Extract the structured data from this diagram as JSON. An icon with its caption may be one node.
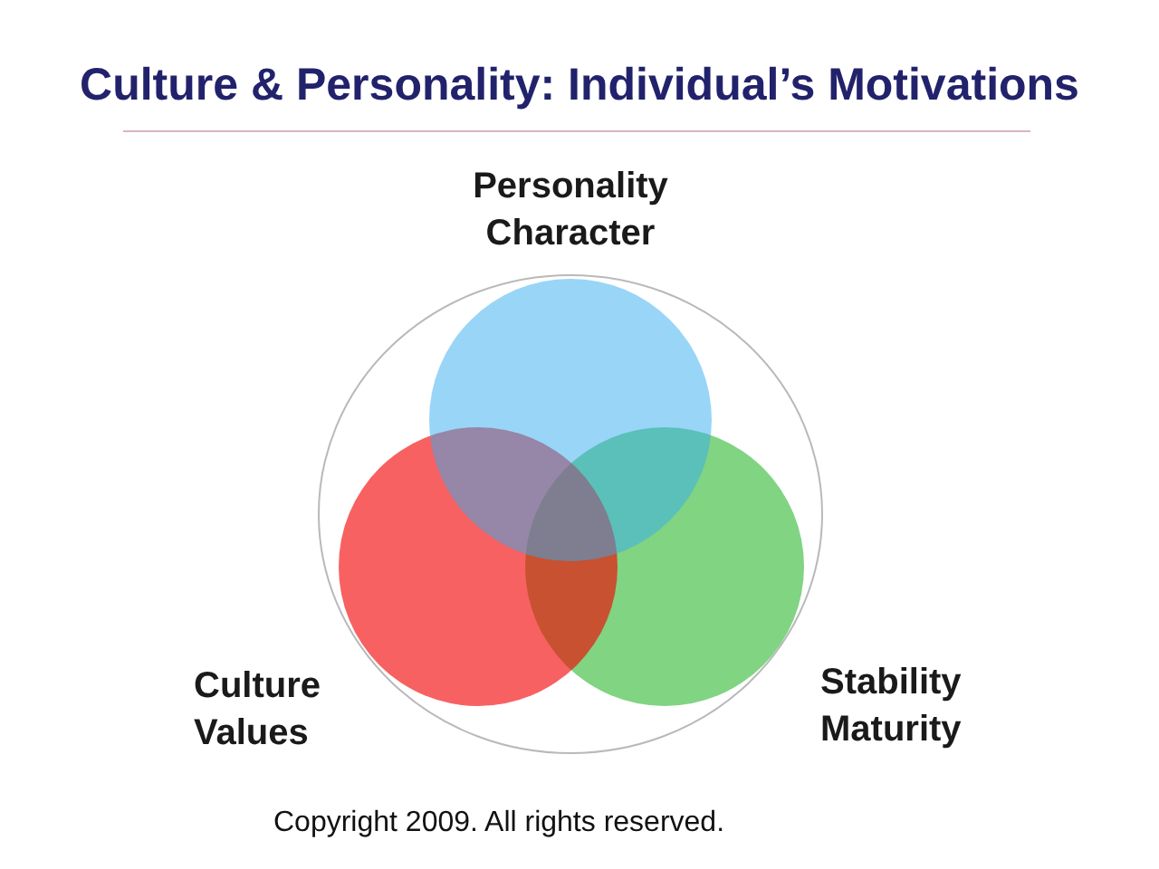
{
  "diagram": {
    "title": "Culture & Personality: Individual’s Motivations",
    "nodes": [
      {
        "text": [
          "Personality Character"
        ]
      },
      {
        "text": [
          "Culture Values"
        ]
      },
      {
        "text": [
          "Stability Maturity"
        ]
      }
    ],
    "labels": [
      "Copyright 2009. All rights reserved."
    ]
  }
}
